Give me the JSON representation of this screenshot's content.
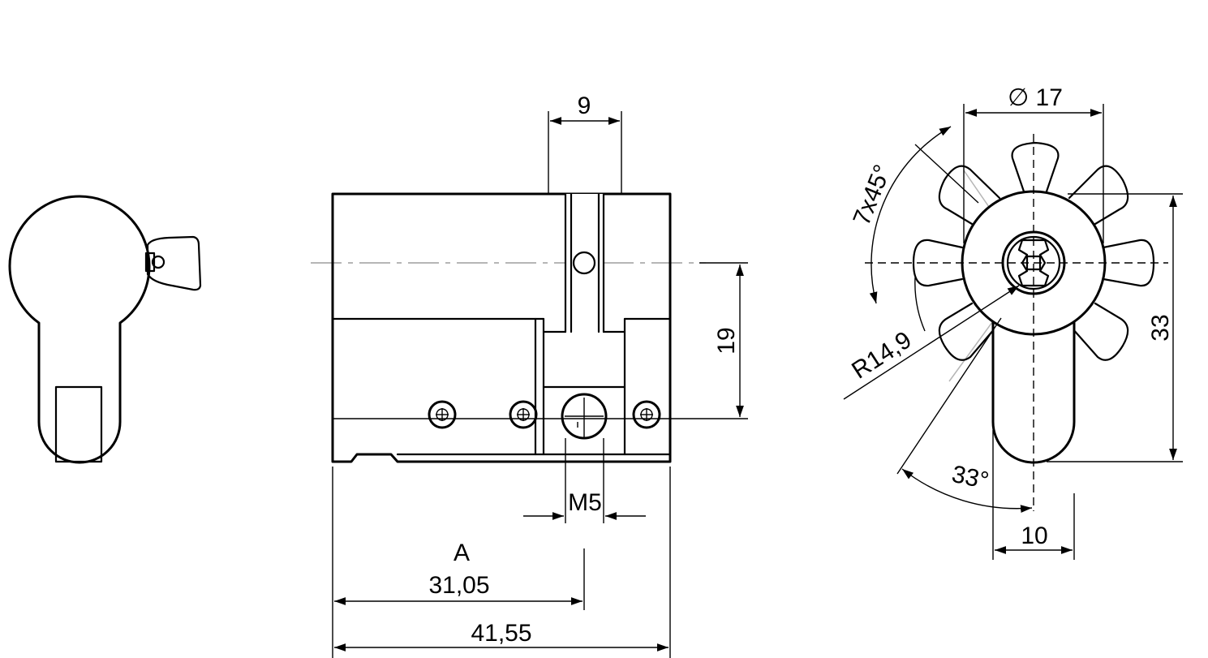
{
  "dimensions": {
    "slot_width": "9",
    "diameter": "∅ 17",
    "chamfer": "7x45°",
    "height_19": "19",
    "height_33": "33",
    "radius": "R14,9",
    "angle": "33°",
    "width_10": "10",
    "thread": "M5",
    "length_a_label": "A",
    "length_31": "31,05",
    "length_41": "41,55"
  },
  "colors": {
    "line": "#000000",
    "hidden_key": "#b5b5b5",
    "centerline": "#8a8a8a",
    "background": "#ffffff"
  }
}
